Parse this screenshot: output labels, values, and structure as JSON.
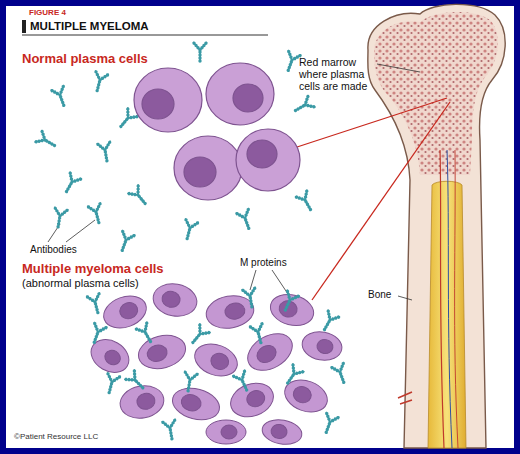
{
  "diagram": {
    "title": "MULTIPLE MYELOMA",
    "labels": [
      "FIGURE 4",
      "Normal plasma cells",
      "Antibodies",
      "Red marrow where plasma cells are made",
      "Multiple myeloma cells",
      "(abnormal plasma cells)",
      "M proteins",
      "Bone",
      "©Patient Resource LLC"
    ]
  }
}
